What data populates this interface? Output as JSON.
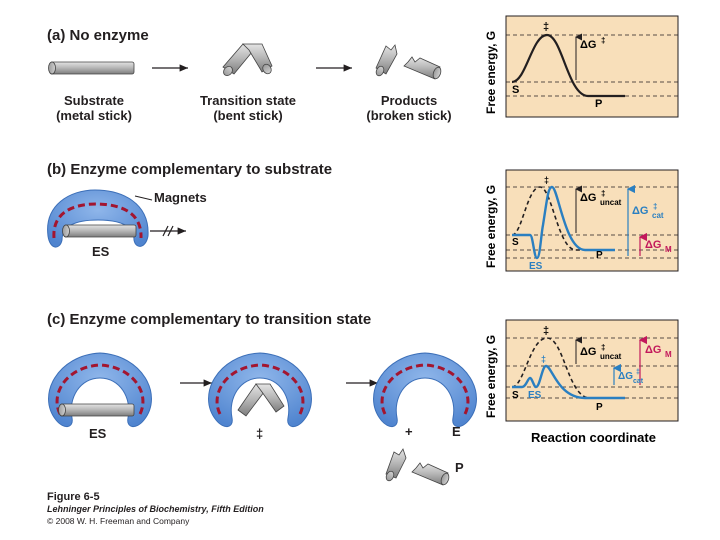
{
  "colors": {
    "panel_bg": "#f8dfba",
    "enzyme_blue": "#5b8ed6",
    "magnet_red": "#a3152f",
    "curve_blue": "#2a7fc1",
    "stick_gray": "#b8b8b8",
    "magenta": "#c2185b"
  },
  "panel_a": {
    "title": "(a) No enzyme",
    "substrate_label_1": "Substrate",
    "substrate_label_2": "(metal stick)",
    "transition_label_1": "Transition state",
    "transition_label_2": "(bent stick)",
    "products_label_1": "Products",
    "products_label_2": "(broken stick)"
  },
  "panel_b": {
    "title": "(b) Enzyme complementary to substrate",
    "magnets_label": "Magnets",
    "es_label": "ES"
  },
  "panel_c": {
    "title": "(c) Enzyme complementary to transition state",
    "es_label": "ES",
    "ts_label": "‡",
    "plus_label": "+",
    "e_label": "E",
    "p_label": "P"
  },
  "graphs": {
    "y_axis_label": "Free energy, G",
    "x_axis_label": "Reaction coordinate",
    "dagger": "‡",
    "delta": "ΔG",
    "sub_uncat": "uncat",
    "sub_cat": "cat",
    "sub_m": "M",
    "s": "S",
    "p": "P",
    "es": "ES"
  },
  "caption": {
    "figure": "Figure 6-5",
    "book": "Lehninger Principles of Biochemistry, Fifth Edition",
    "copyright": "© 2008 W. H. Freeman and Company"
  }
}
